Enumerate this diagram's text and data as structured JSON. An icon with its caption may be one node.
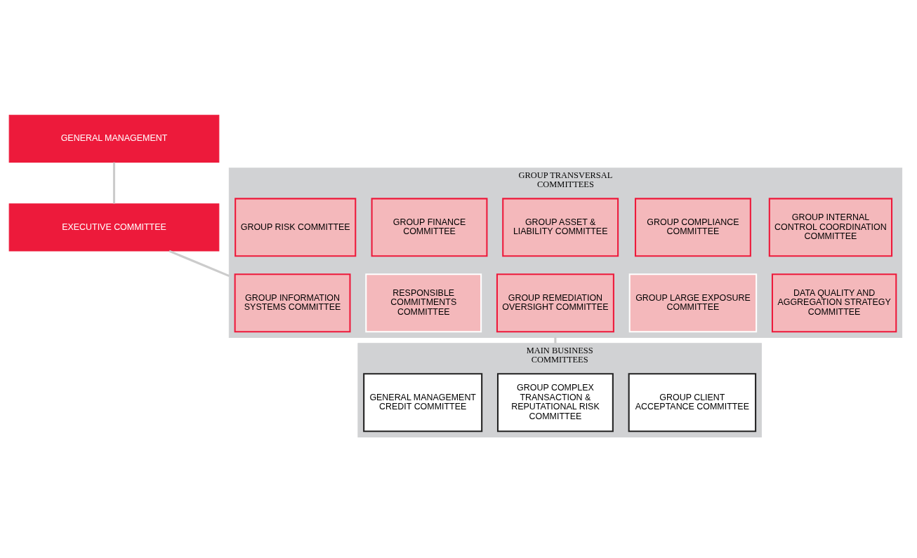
{
  "diagram": {
    "nodes": [
      {
        "text": [
          "GENERAL MANAGEMENT"
        ]
      },
      {
        "text": [
          "EXECUTIVE COMMITTEE"
        ]
      },
      {
        "text": [
          "GROUP TRANSVERSAL COMMITTEES"
        ]
      },
      {
        "text": [
          "GROUP RISK COMMITTEE"
        ],
        "in": 2
      },
      {
        "text": [
          "GROUP FINANCE COMMITTEE"
        ],
        "in": 2
      },
      {
        "text": [
          "GROUP ASSET & LIABILITY COMMITTEE"
        ],
        "in": 2
      },
      {
        "text": [
          "GROUP COMPLIANCE COMMITTEE"
        ],
        "in": 2
      },
      {
        "text": [
          "GROUP INTERNAL CONTROL COORDINATION COMMITTEE"
        ],
        "in": 2
      },
      {
        "text": [
          "GROUP INFORMATION SYSTEMS COMMITTEE"
        ],
        "in": 2
      },
      {
        "text": [
          "RESPONSIBLE COMMITMENTS COMMITTEE"
        ],
        "in": 2
      },
      {
        "text": [
          "GROUP REMEDIATION OVERSIGHT COMMITTEE"
        ],
        "in": 2
      },
      {
        "text": [
          "GROUP LARGE EXPOSURE COMMITTEE"
        ],
        "in": 2
      },
      {
        "text": [
          "DATA QUALITY AND AGGREGATION STRATEGY COMMITTEE"
        ],
        "in": 2
      },
      {
        "text": [
          "MAIN BUSINESS COMMITTEES"
        ]
      },
      {
        "text": [
          "GENERAL MANAGEMENT CREDIT COMMITTEE"
        ],
        "in": 13
      },
      {
        "text": [
          "GROUP COMPLEX TRANSACTION & REPUTATIONAL RISK COMMITTEE"
        ],
        "in": 13
      },
      {
        "text": [
          "GROUP CLIENT ACCEPTANCE COMMITTEE"
        ],
        "in": 13
      }
    ],
    "edges": [
      {
        "from": 0,
        "to": 1,
        "arrow": "none"
      },
      {
        "from": 1,
        "to": 2,
        "arrow": "none"
      },
      {
        "from": 2,
        "to": 13,
        "arrow": "none"
      }
    ]
  }
}
